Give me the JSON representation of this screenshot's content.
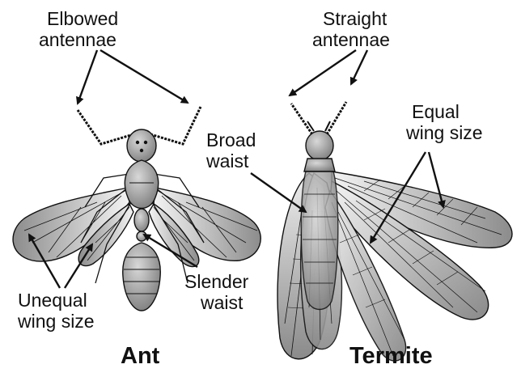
{
  "labels": {
    "ant_antennae_line1": "Elbowed",
    "ant_antennae_line2": "antennae",
    "termite_antennae_line1": "Straight",
    "termite_antennae_line2": "antennae",
    "termite_waist_line1": "Broad",
    "termite_waist_line2": "waist",
    "termite_wings_line1": "Equal",
    "termite_wings_line2": "wing size",
    "ant_waist_line1": "Slender",
    "ant_waist_line2": "waist",
    "ant_wings_line1": "Unequal",
    "ant_wings_line2": "wing size"
  },
  "titles": {
    "ant": "Ant",
    "termite": "Termite"
  },
  "colors": {
    "ink": "#111111",
    "body": "#9a9a9a",
    "wing_light": "#f2f2f2",
    "wing_dark": "#8f8f8f"
  }
}
